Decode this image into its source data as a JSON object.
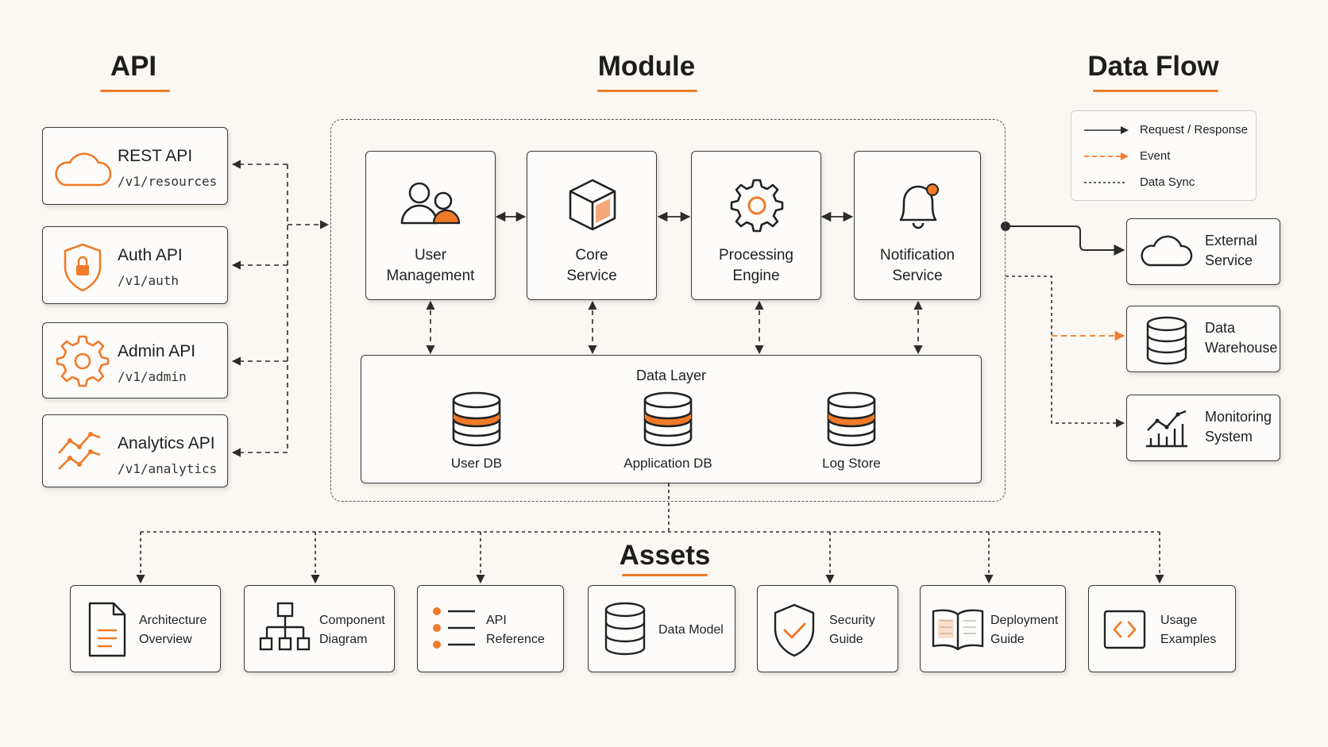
{
  "headings": {
    "api": "API",
    "module": "Module",
    "data_flow": "Data Flow",
    "assets": "Assets"
  },
  "colors": {
    "accent": "#f07a2a",
    "stroke": "#2b2b2b",
    "background": "#fbf8f3"
  },
  "apis": [
    {
      "title": "REST API",
      "path": "/v1/resources",
      "icon": "cloud-icon"
    },
    {
      "title": "Auth API",
      "path": "/v1/auth",
      "icon": "shield-lock-icon"
    },
    {
      "title": "Admin API",
      "path": "/v1/admin",
      "icon": "gear-icon"
    },
    {
      "title": "Analytics API",
      "path": "/v1/analytics",
      "icon": "trend-lines-icon"
    }
  ],
  "modules": [
    {
      "line1": "User",
      "line2": "Management",
      "icon": "users-icon"
    },
    {
      "line1": "Core",
      "line2": "Service",
      "icon": "cube-icon"
    },
    {
      "line1": "Processing",
      "line2": "Engine",
      "icon": "gear-icon"
    },
    {
      "line1": "Notification",
      "line2": "Service",
      "icon": "bell-icon"
    }
  ],
  "data_layer": {
    "title": "Data Layer",
    "dbs": [
      {
        "label": "User DB",
        "icon": "database-icon"
      },
      {
        "label": "Application DB",
        "icon": "database-icon"
      },
      {
        "label": "Log Store",
        "icon": "database-icon"
      }
    ]
  },
  "legend": [
    {
      "label": "Request / Response",
      "style": "solid"
    },
    {
      "label": "Event",
      "style": "orange-dashed"
    },
    {
      "label": "Data Sync",
      "style": "dotted"
    }
  ],
  "data_flow": [
    {
      "line1": "External",
      "line2": "Service",
      "icon": "cloud-icon"
    },
    {
      "line1": "Data",
      "line2": "Warehouse",
      "icon": "database-icon"
    },
    {
      "line1": "Monitoring",
      "line2": "System",
      "icon": "bar-chart-icon"
    }
  ],
  "assets": [
    {
      "line1": "Architecture",
      "line2": "Overview",
      "icon": "document-icon"
    },
    {
      "line1": "Component",
      "line2": "Diagram",
      "icon": "hierarchy-icon"
    },
    {
      "line1": "API",
      "line2": "Reference",
      "icon": "list-icon"
    },
    {
      "line1": "Data Model",
      "line2": "",
      "icon": "database-icon"
    },
    {
      "line1": "Security",
      "line2": "Guide",
      "icon": "shield-check-icon"
    },
    {
      "line1": "Deployment",
      "line2": "Guide",
      "icon": "book-icon"
    },
    {
      "line1": "Usage",
      "line2": "Examples",
      "icon": "code-icon"
    }
  ]
}
